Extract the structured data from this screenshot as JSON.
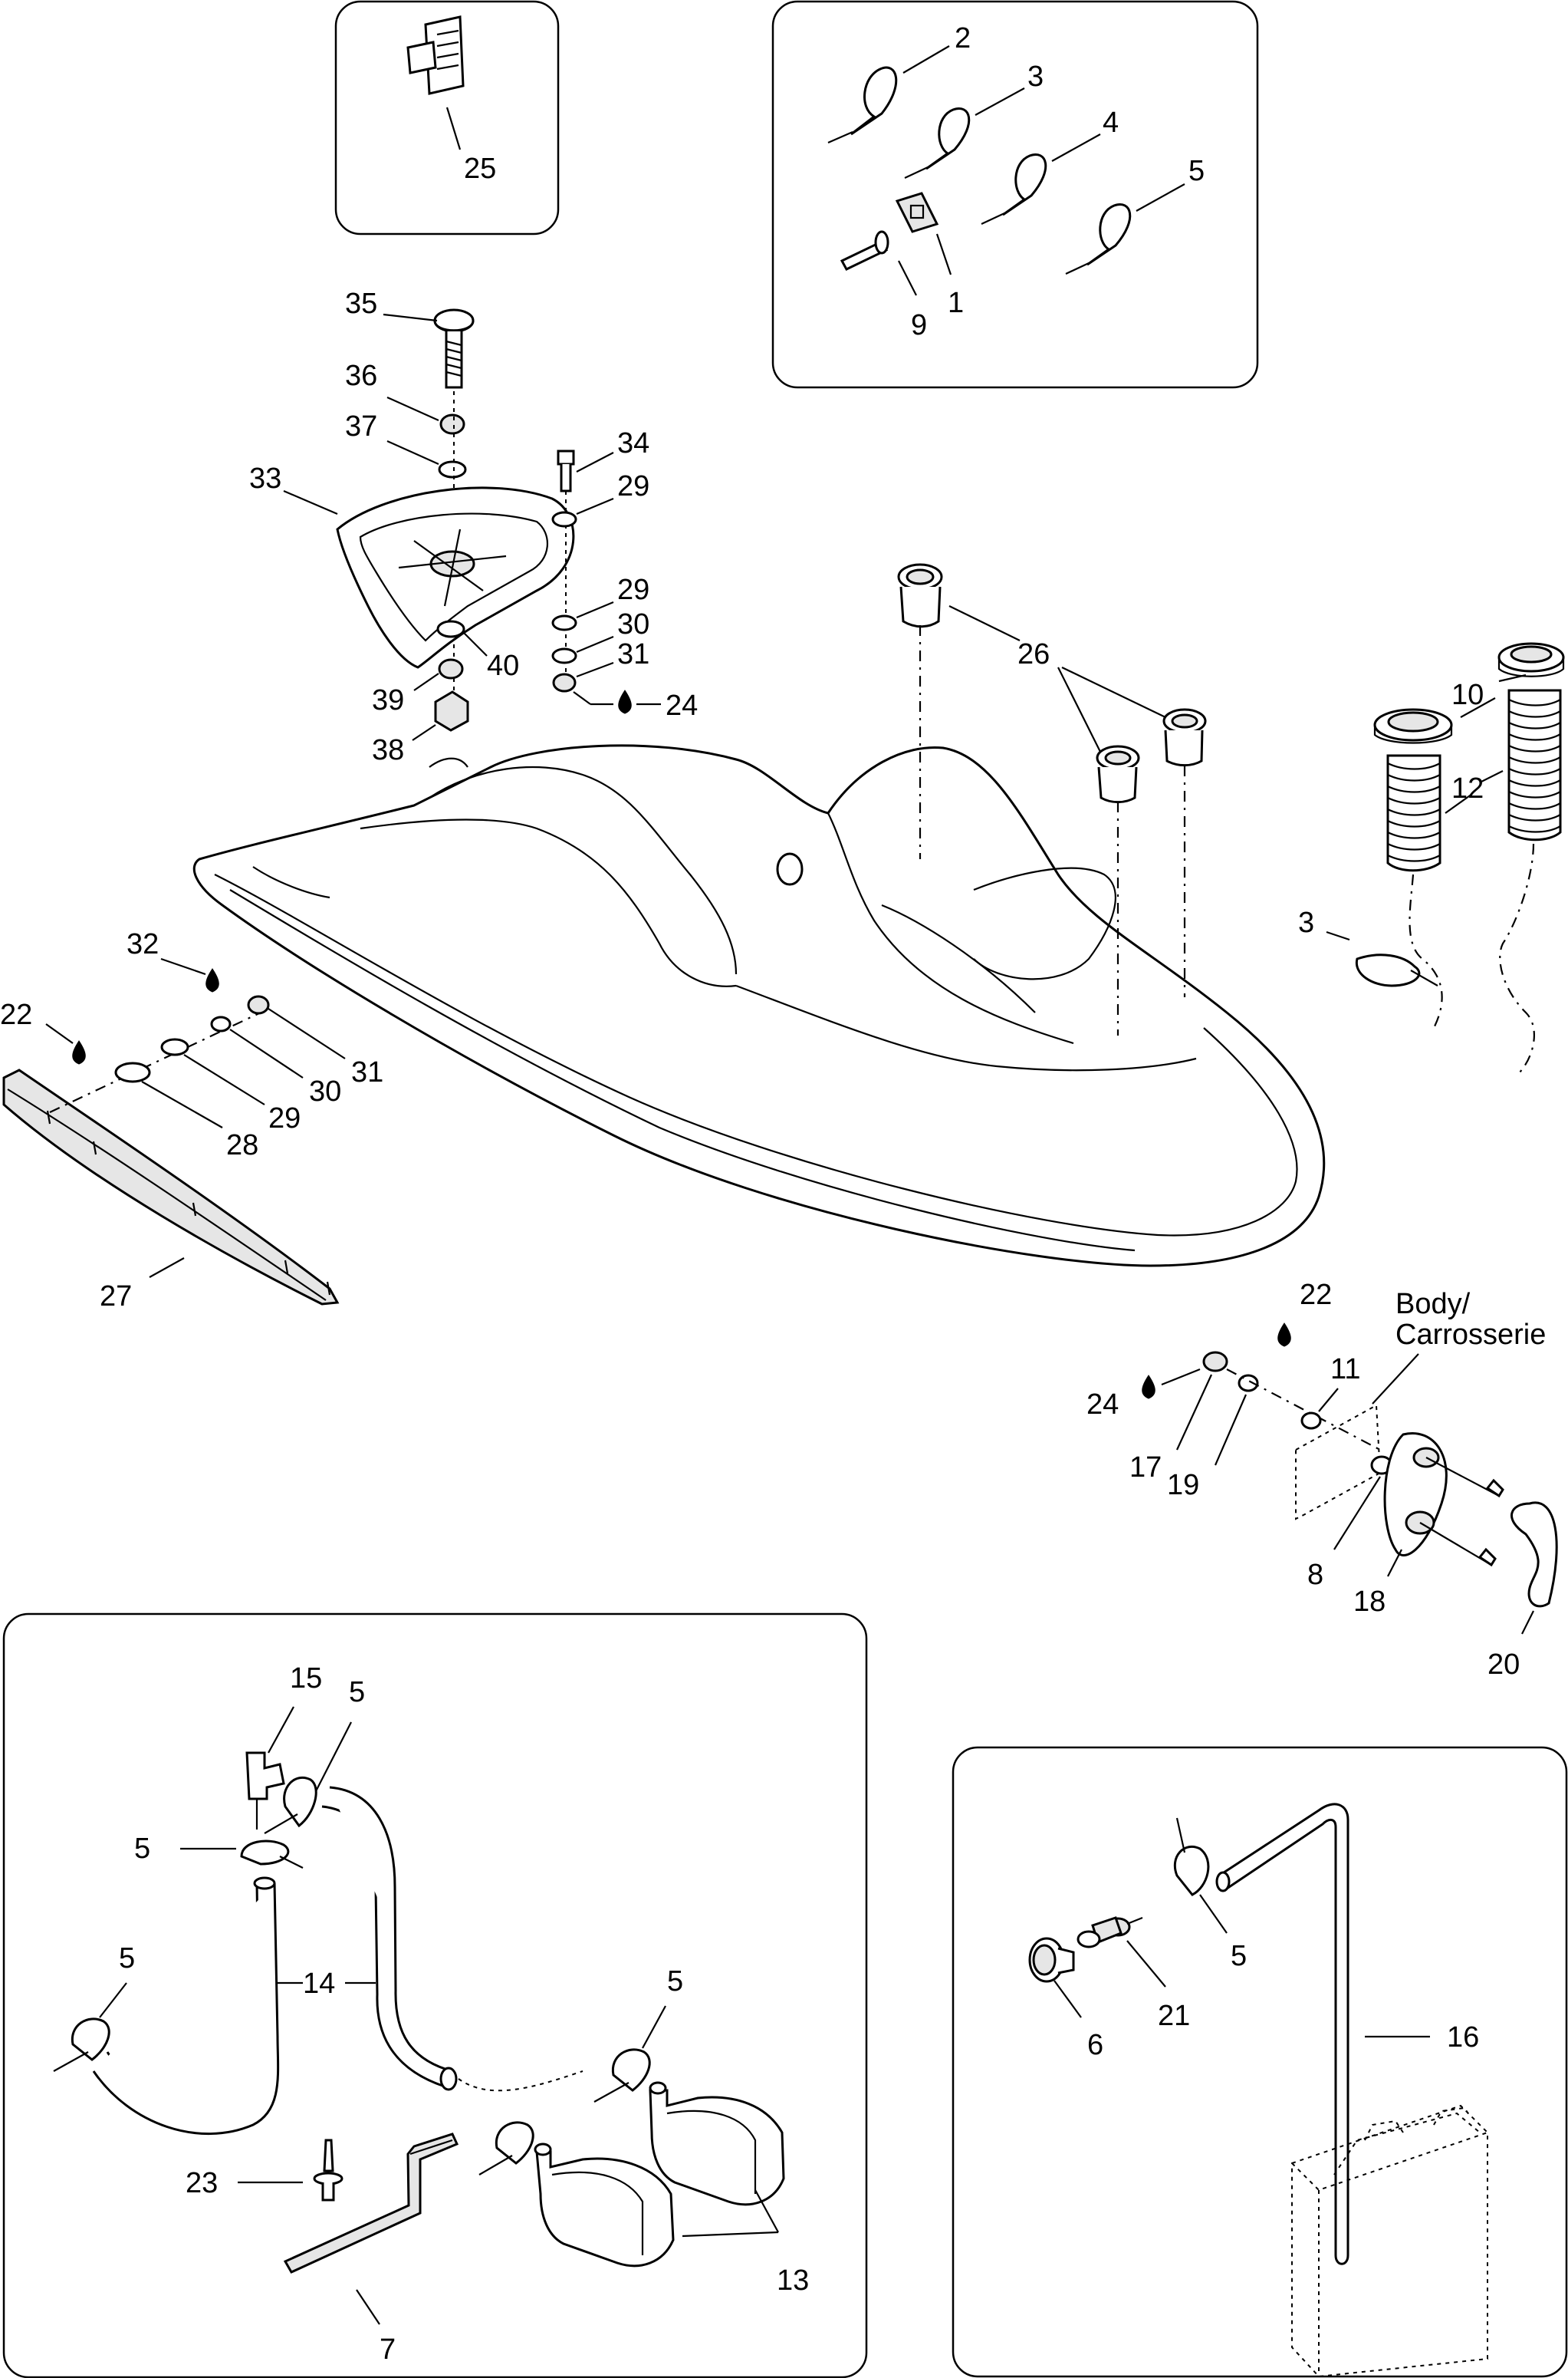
{
  "callouts": {
    "c1": "1",
    "c2": "2",
    "c3a": "3",
    "c3b": "3",
    "c4": "4",
    "c5a": "5",
    "c5b": "5",
    "c5c": "5",
    "c5d": "5",
    "c5e": "5",
    "c5f": "5",
    "c6": "6",
    "c7": "7",
    "c8": "8",
    "c9": "9",
    "c10": "10",
    "c11": "11",
    "c12": "12",
    "c13": "13",
    "c14": "14",
    "c15": "15",
    "c16": "16",
    "c17": "17",
    "c18": "18",
    "c19": "19",
    "c20": "20",
    "c21": "21",
    "c22a": "22",
    "c22b": "22",
    "c23": "23",
    "c24a": "24",
    "c24b": "24",
    "c25": "25",
    "c26": "26",
    "c27": "27",
    "c28": "28",
    "c29a": "29",
    "c29b": "29",
    "c29c": "29",
    "c30a": "30",
    "c30b": "30",
    "c31a": "31",
    "c31b": "31",
    "c32": "32",
    "c33": "33",
    "c34": "34",
    "c35": "35",
    "c36": "36",
    "c37": "37",
    "c38": "38",
    "c39": "39",
    "c40": "40"
  },
  "body_label": {
    "line1": "Body/",
    "line2": "Carrosserie"
  }
}
